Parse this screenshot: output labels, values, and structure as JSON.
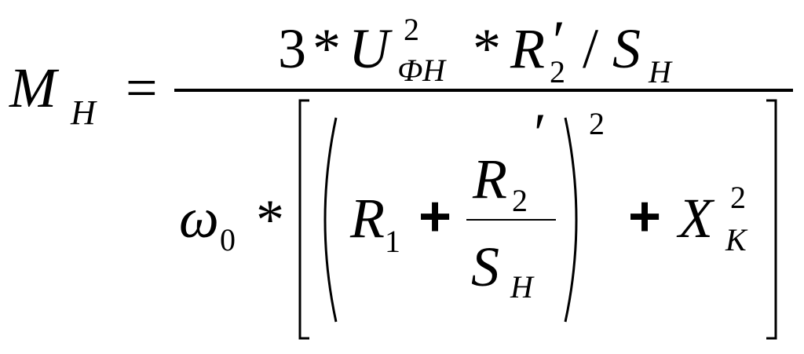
{
  "formula": {
    "lhs": {
      "symbol": "M",
      "subscript": "Н"
    },
    "equals": "=",
    "numerator": {
      "coef": "3",
      "times1": "*",
      "U": "U",
      "U_sup": "2",
      "U_sub": "ФН",
      "times2": "*",
      "R": "R",
      "R_prime": "′",
      "R_sub": "2",
      "slash": "/",
      "S": "S",
      "S_sub": "Н"
    },
    "denominator": {
      "omega": "ω",
      "omega_sub": "0",
      "times": "*",
      "R1": "R",
      "R1_sub": "1",
      "plus1": "+",
      "frac_num": "R",
      "frac_num_sub": "2",
      "frac_num_prime": "′",
      "frac_den": "S",
      "frac_den_sub": "Н",
      "paren_sup": "2",
      "plus2": "+",
      "X": "X",
      "X_sup": "2",
      "X_sub": "K"
    }
  }
}
